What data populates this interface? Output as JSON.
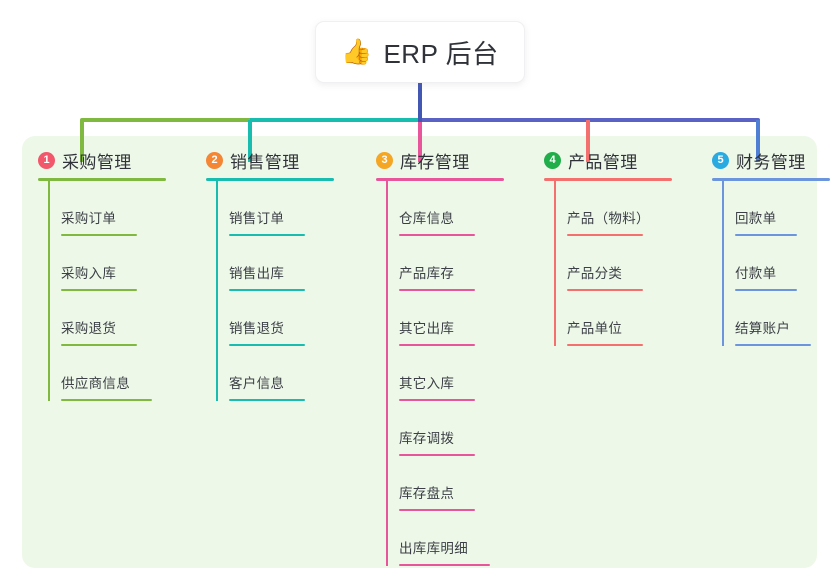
{
  "root": {
    "icon": "thumbs-up-icon",
    "emoji": "👍",
    "title": "ERP 后台"
  },
  "theme": {
    "panel_bg": "#eef8e9",
    "page_bg": "#ffffff",
    "text": "#2f3238",
    "stem_color": "#4257b2",
    "bus_left_color": "#7fb93f",
    "bus_mid_color": "#18bdb0",
    "bus_right_color": "#5a63c4"
  },
  "columns": [
    {
      "number": "1",
      "title": "采购管理",
      "badge_color": "#f2576b",
      "accent": "#7fb93f",
      "items": [
        "采购订单",
        "采购入库",
        "采购退货",
        "供应商信息"
      ]
    },
    {
      "number": "2",
      "title": "销售管理",
      "badge_color": "#f58634",
      "accent": "#18bdb0",
      "items": [
        "销售订单",
        "销售出库",
        "销售退货",
        "客户信息"
      ]
    },
    {
      "number": "3",
      "title": "库存管理",
      "badge_color": "#f5a623",
      "accent": "#e8559b",
      "items": [
        "仓库信息",
        "产品库存",
        "其它出库",
        "其它入库",
        "库存调拨",
        "库存盘点",
        "出库库明细"
      ]
    },
    {
      "number": "4",
      "title": "产品管理",
      "badge_color": "#1fae4a",
      "accent": "#f4706e",
      "items": [
        "产品（物料）",
        "产品分类",
        "产品单位"
      ]
    },
    {
      "number": "5",
      "title": "财务管理",
      "badge_color": "#29abe2",
      "accent": "#6b95dd",
      "items": [
        "回款单",
        "付款单",
        "结算账户"
      ]
    }
  ]
}
